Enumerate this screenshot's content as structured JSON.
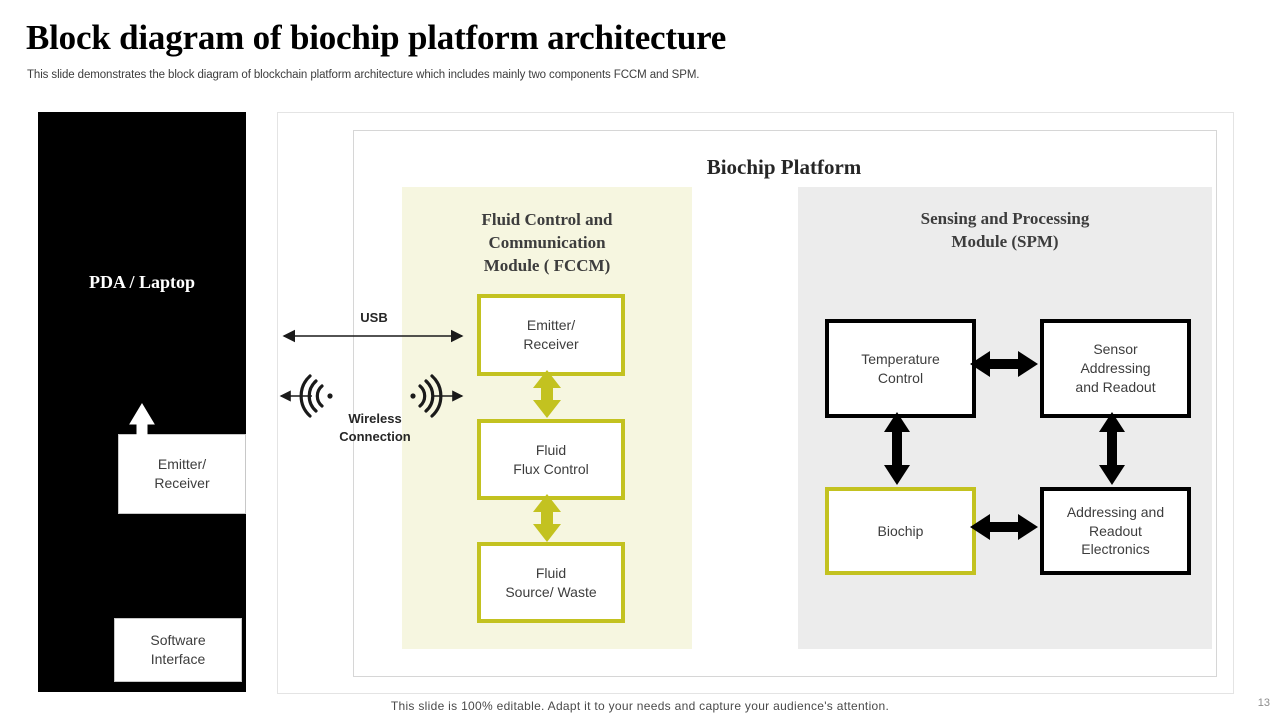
{
  "slide": {
    "title": "Block diagram of biochip platform architecture",
    "subtitle": "This slide demonstrates the block diagram of blockchain platform architecture which includes mainly two components FCCM and SPM.",
    "footer_note": "This slide is 100% editable. Adapt it to your needs and capture your audience's attention.",
    "page_number": "13"
  },
  "left_panel": {
    "title": "PDA / Laptop",
    "boxes": [
      {
        "label": "Emitter/\nReceiver",
        "line1": "Emitter/",
        "line2": "Receiver"
      },
      {
        "label": "Software\nInterface",
        "line1": "Software",
        "line2": "Interface"
      }
    ]
  },
  "connections": {
    "usb_label": "USB",
    "wireless_label_line1": "Wireless",
    "wireless_label_line2": "Connection"
  },
  "platform": {
    "title": "Biochip Platform",
    "fccm": {
      "heading_line1": "Fluid Control and",
      "heading_line2": "Communication",
      "heading_line3": "Module ( FCCM)",
      "accent": "#c3c220",
      "background": "#f6f6e0",
      "boxes": [
        {
          "line1": "Emitter/",
          "line2": "Receiver"
        },
        {
          "line1": "Fluid",
          "line2": "Flux Control"
        },
        {
          "line1": "Fluid",
          "line2": "Source/ Waste"
        }
      ]
    },
    "spm": {
      "heading_line1": "Sensing and Processing",
      "heading_line2": "Module (SPM)",
      "background": "#ececec",
      "boxes": [
        {
          "line1": "Temperature",
          "line2": "Control",
          "line3": ""
        },
        {
          "line1": "Sensor",
          "line2": "Addressing",
          "line3": "and Readout"
        },
        {
          "line1": "Biochip",
          "line2": "",
          "line3": ""
        },
        {
          "line1": "Addressing and",
          "line2": "Readout",
          "line3": "Electronics"
        }
      ]
    }
  }
}
